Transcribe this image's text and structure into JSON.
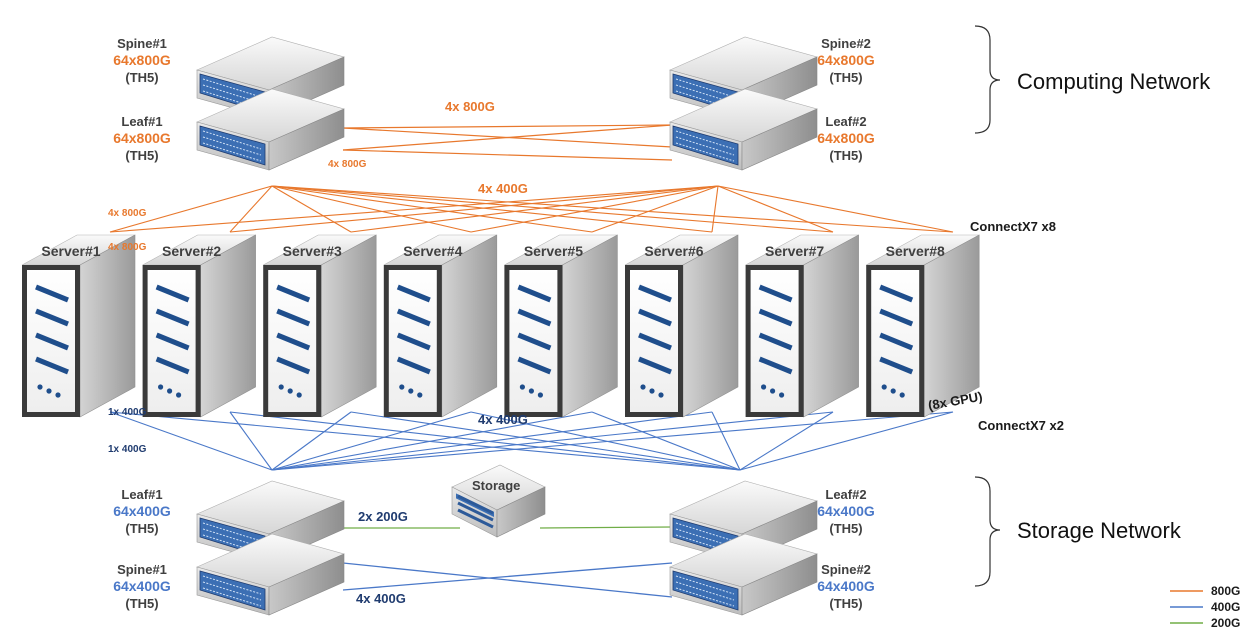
{
  "computing_network": {
    "label": "Computing Network",
    "spine1": {
      "name": "Spine#1",
      "spec": "64x800G",
      "chip": "(TH5)"
    },
    "leaf1": {
      "name": "Leaf#1",
      "spec": "64x800G",
      "chip": "(TH5)"
    },
    "spine2": {
      "name": "Spine#2",
      "spec": "64x800G",
      "chip": "(TH5)"
    },
    "leaf2": {
      "name": "Leaf#2",
      "spec": "64x800G",
      "chip": "(TH5)"
    },
    "links": {
      "spine_leaf": "4x 800G",
      "leaf_small": "4x 800G",
      "leaf_server": "4x 400G",
      "server_left_1": "4x 800G",
      "server_left_2": "4x 800G"
    },
    "nic": "ConnectX7  x8"
  },
  "servers": {
    "names": [
      "Server#1",
      "Server#2",
      "Server#3",
      "Server#4",
      "Server#5",
      "Server#6",
      "Server#7",
      "Server#8"
    ],
    "gpu_note": "(8x GPU)"
  },
  "storage_network": {
    "label": "Storage Network",
    "leaf1": {
      "name": "Leaf#1",
      "spec": "64x400G",
      "chip": "(TH5)"
    },
    "spine1": {
      "name": "Spine#1",
      "spec": "64x400G",
      "chip": "(TH5)"
    },
    "leaf2": {
      "name": "Leaf#2",
      "spec": "64x400G",
      "chip": "(TH5)"
    },
    "spine2": {
      "name": "Spine#2",
      "spec": "64x400G",
      "chip": "(TH5)"
    },
    "storage": "Storage",
    "links": {
      "storage_link": "2x 200G",
      "spine_leaf": "4x 400G",
      "server_leaf": "4x 400G",
      "server_left_1": "1x 400G",
      "server_left_2": "1x 400G"
    },
    "nic": "ConnectX7  x2"
  },
  "legend": [
    {
      "label": "800G",
      "color": "#e8782d"
    },
    {
      "label": "400G",
      "color": "#4a78c8"
    },
    {
      "label": "200G",
      "color": "#70ad47"
    }
  ],
  "colors": {
    "c800": "#e8782d",
    "c400": "#4a78c8",
    "c200": "#70ad47"
  }
}
